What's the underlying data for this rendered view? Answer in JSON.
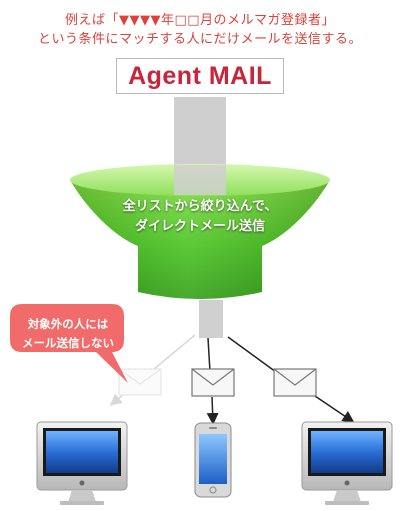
{
  "caption": {
    "line1": "例えば「▼▼▼▼年□□月のメルマガ登録者」",
    "line2": "という条件にマッチする人にだけメールを送信する。"
  },
  "logo": {
    "text": "Agent MAIL"
  },
  "funnel": {
    "line1": "全リストから絞り込んで、",
    "line2": "ダイレクトメール送信"
  },
  "bubble": {
    "line1": "対象外の人には",
    "line2": "メール送信しない"
  },
  "colors": {
    "caption": "#e0403a",
    "logo": "#c8243a",
    "funnel_green": "#5fd12e",
    "bubble_red": "#f26b6b"
  },
  "icons": [
    "envelope-icon",
    "desktop-computer-icon",
    "smartphone-icon",
    "arrow-icon"
  ]
}
